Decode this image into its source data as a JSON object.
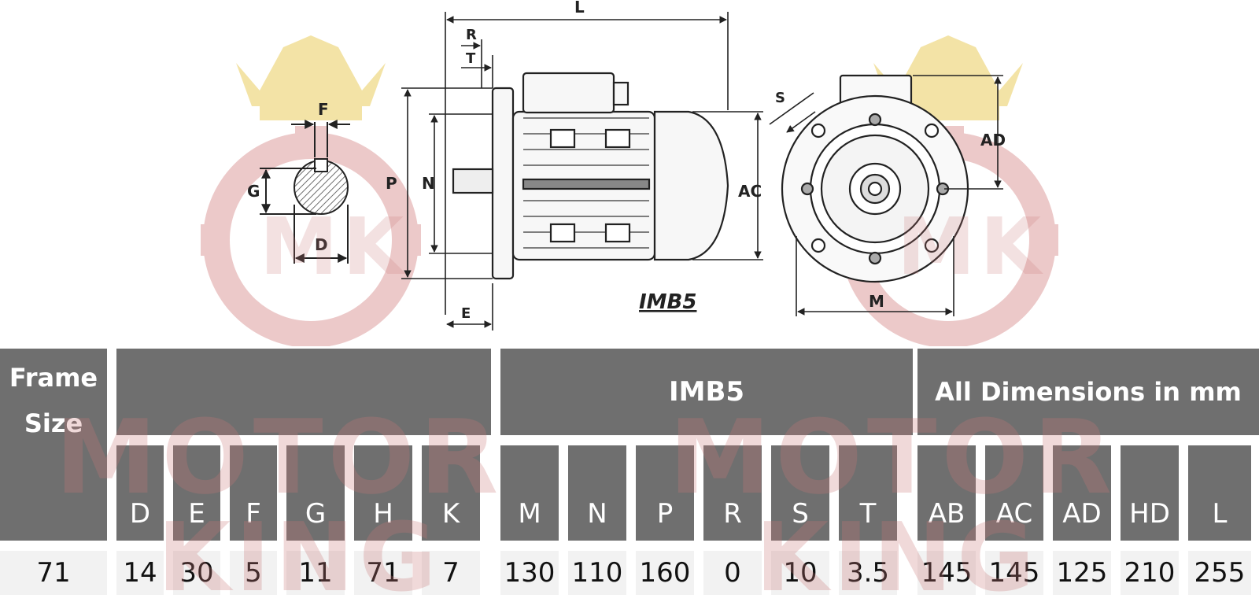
{
  "drawing": {
    "labels": {
      "L": "L",
      "R": "R",
      "T": "T",
      "F": "F",
      "G": "G",
      "D": "D",
      "P": "P",
      "N": "N",
      "E": "E",
      "AC": "AC",
      "S": "S",
      "AD": "AD",
      "M": "M",
      "caption": "IMB5"
    }
  },
  "watermark": {
    "motor": "MOTOR",
    "king": "KING",
    "mk": "MK",
    "crown_color": "#f3e3a6",
    "gear_color": "#e8bcbc"
  },
  "table": {
    "header_frame": "Frame Size",
    "header_mount": "IMB5",
    "header_units": "All Dimensions in mm",
    "columns": [
      "D",
      "E",
      "F",
      "G",
      "H",
      "K",
      "M",
      "N",
      "P",
      "R",
      "S",
      "T",
      "AB",
      "AC",
      "AD",
      "HD",
      "L"
    ],
    "row": {
      "frame": "71",
      "values": [
        "14",
        "30",
        "5",
        "11",
        "71",
        "7",
        "130",
        "110",
        "160",
        "0",
        "10",
        "3.5",
        "145",
        "145",
        "125",
        "210",
        "255"
      ]
    },
    "header_bg": "#6f6f6f",
    "value_bg": "#f2f2f2"
  }
}
